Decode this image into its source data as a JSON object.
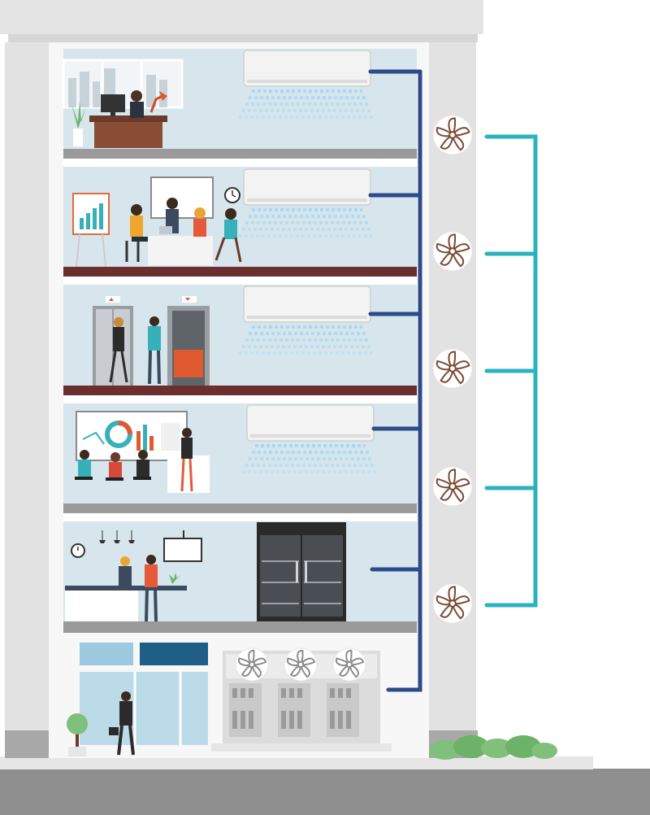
{
  "diagram": {
    "kind": "building-hvac-cross-section",
    "colors": {
      "wall": "#e2e2e2",
      "wall_dark": "#cfcfcf",
      "room_bg": "#d6e6ec",
      "floor_slab": "#6b2f2f",
      "floor_grey": "#9a9a9a",
      "refrigerant_pipe": "#2d4a8a",
      "ventilation_duct": "#29b3bd",
      "fan_blade": "#7a4a35",
      "ac_unit": "#f3f3f3",
      "airflow": "#a9d8f3",
      "ground": "#8f8f8f",
      "shrub": "#7fc07a"
    },
    "floors": [
      {
        "name": "executive-office",
        "ac_unit": true
      },
      {
        "name": "meeting-room",
        "ac_unit": true
      },
      {
        "name": "elevator-lobby",
        "ac_unit": true
      },
      {
        "name": "presentation-room",
        "ac_unit": true
      },
      {
        "name": "reception-cafe",
        "ac_unit": false,
        "refrigerated_display": true
      },
      {
        "name": "ground-entrance",
        "outdoor_condenser": true
      }
    ],
    "exhaust_fans": 5,
    "condenser_fans": 3
  }
}
